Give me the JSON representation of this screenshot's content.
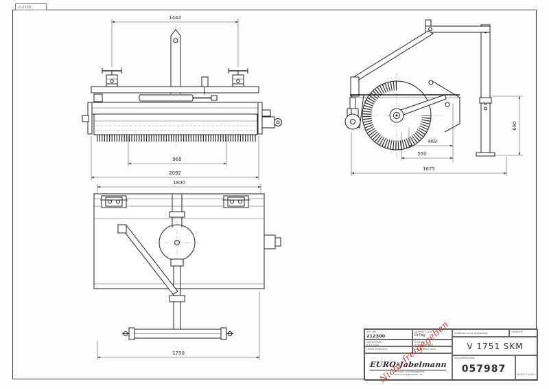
{
  "frame": {
    "corner_label": "212300"
  },
  "stamp": {
    "text": "Nicht freigegeben"
  },
  "dims": {
    "front_top": "1442",
    "front_inner": "960",
    "front_total": "2092",
    "plan_top": "1800",
    "plan_bottom": "1750",
    "side_offset": "469",
    "side_brush": "550",
    "side_total": "1675",
    "side_height": "690"
  },
  "titleblock": {
    "art_label": "ART. NR.",
    "art_nr": "212300",
    "checked_label": "GEPRÜFT VON",
    "checked_by": "Di Pag",
    "drawn_label": "GEZEICHNET",
    "drawn_date": "5.10.2020",
    "status_label": "STATUS",
    "status": "in Bearbeitung",
    "change_label": "Letzte Änderung",
    "approved_label": "GENEHMIGT VON",
    "scale_note": "Maßstab nicht festgelegt",
    "weight_label": "GEWICHT",
    "designation": "V 1751 SKM",
    "number_label": "ZEICHNUNGSNR.",
    "number": "057987",
    "sheet": "BLATT 1 VON 1",
    "company": "EURO-Jabelmann",
    "company_line1": "Maschinen- und Anlagenbau",
    "company_line2": "www.euro-jabelmann.de"
  }
}
